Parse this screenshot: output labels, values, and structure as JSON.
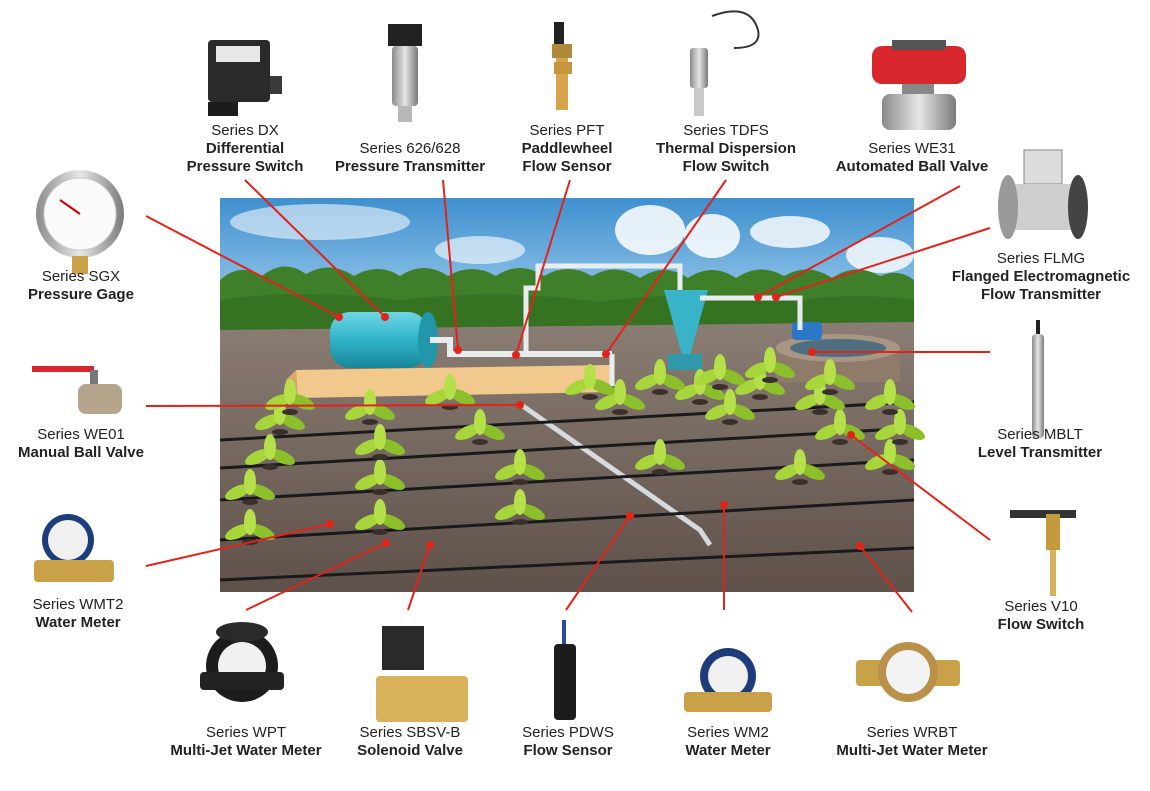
{
  "labels": [
    {
      "id": "dx",
      "series": "Series DX",
      "name": [
        "Differential",
        "Pressure Switch"
      ]
    },
    {
      "id": "s626",
      "series": "Series 626/628",
      "name": [
        "Pressure Transmitter"
      ]
    },
    {
      "id": "pft",
      "series": "Series PFT",
      "name": [
        "Paddlewheel",
        "Flow Sensor"
      ]
    },
    {
      "id": "tdfs",
      "series": "Series TDFS",
      "name": [
        "Thermal Dispersion",
        "Flow Switch"
      ],
      "plain": true
    },
    {
      "id": "we31",
      "series": "Series WE31",
      "name": [
        "Automated Ball Valve"
      ]
    },
    {
      "id": "sgx",
      "series": "Series SGX",
      "name": [
        "Pressure Gage"
      ]
    },
    {
      "id": "flmg",
      "series": "Series FLMG",
      "name": [
        "Flanged Electromagnetic",
        "Flow Transmitter"
      ]
    },
    {
      "id": "we01",
      "series": "Series WE01",
      "name": [
        "Manual Ball Valve"
      ]
    },
    {
      "id": "mblt",
      "series": "Series MBLT",
      "name": [
        "Level Transmitter"
      ]
    },
    {
      "id": "wmt2",
      "series": "Series WMT2",
      "name": [
        "Water Meter"
      ]
    },
    {
      "id": "v10",
      "series": "Series V10",
      "name": [
        "Flow Switch"
      ]
    },
    {
      "id": "wpt",
      "series": "Series WPT",
      "name": [
        "Multi-Jet Water Meter"
      ]
    },
    {
      "id": "sbsv",
      "series": "Series SBSV-B",
      "name": [
        "Solenoid Valve"
      ]
    },
    {
      "id": "pdws",
      "series": "Series PDWS",
      "name": [
        "Flow Sensor"
      ]
    },
    {
      "id": "wm2",
      "series": "Series WM2",
      "name": [
        "Water Meter"
      ]
    },
    {
      "id": "wrbt",
      "series": "Series WRBT",
      "name": [
        "Multi-Jet Water Meter"
      ]
    }
  ],
  "colors": {
    "leader": "#e2231a",
    "tank": "#33b5c8",
    "pipe": "#e8ecee",
    "soil": "#6f625a",
    "sky": "#5aa7d8",
    "plant": "#9acd32"
  }
}
